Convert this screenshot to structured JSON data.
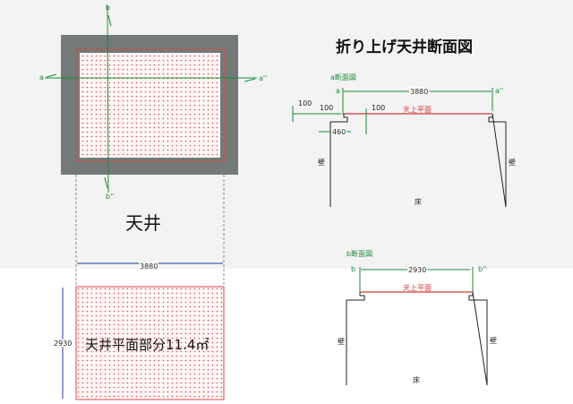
{
  "title": "折り上げ天井断面図",
  "colors": {
    "guide": "#1e8a3a",
    "ceiling": "#d23a3a",
    "wall": "#737a78",
    "dims": "#1e8a3a",
    "dims_blue": "#2a3a9a"
  },
  "plan": {
    "label_a": "a",
    "label_a2": "a''",
    "label_b": "b",
    "label_b2": "b''",
    "ceiling_label": "天井"
  },
  "ceiling_plan": {
    "width_dim": "3880",
    "height_dim": "2930",
    "area_label": "天井平面部分11.4㎡"
  },
  "section_a": {
    "title": "a断面図",
    "label_left": "a",
    "label_right": "a''",
    "span_dim": "3880",
    "ceiling_line": "天上平面",
    "dim_left_outer": "100",
    "dim_left_inner": "100",
    "dim_step": "100",
    "dim_460": "460",
    "wall_left": "壁",
    "wall_right": "壁",
    "floor": "床"
  },
  "section_b": {
    "title": "b断面図",
    "label_left": "b",
    "label_right": "b''",
    "span_dim": "2930",
    "ceiling_line": "天上平面",
    "wall_left": "壁",
    "wall_right": "壁",
    "floor": "床"
  }
}
